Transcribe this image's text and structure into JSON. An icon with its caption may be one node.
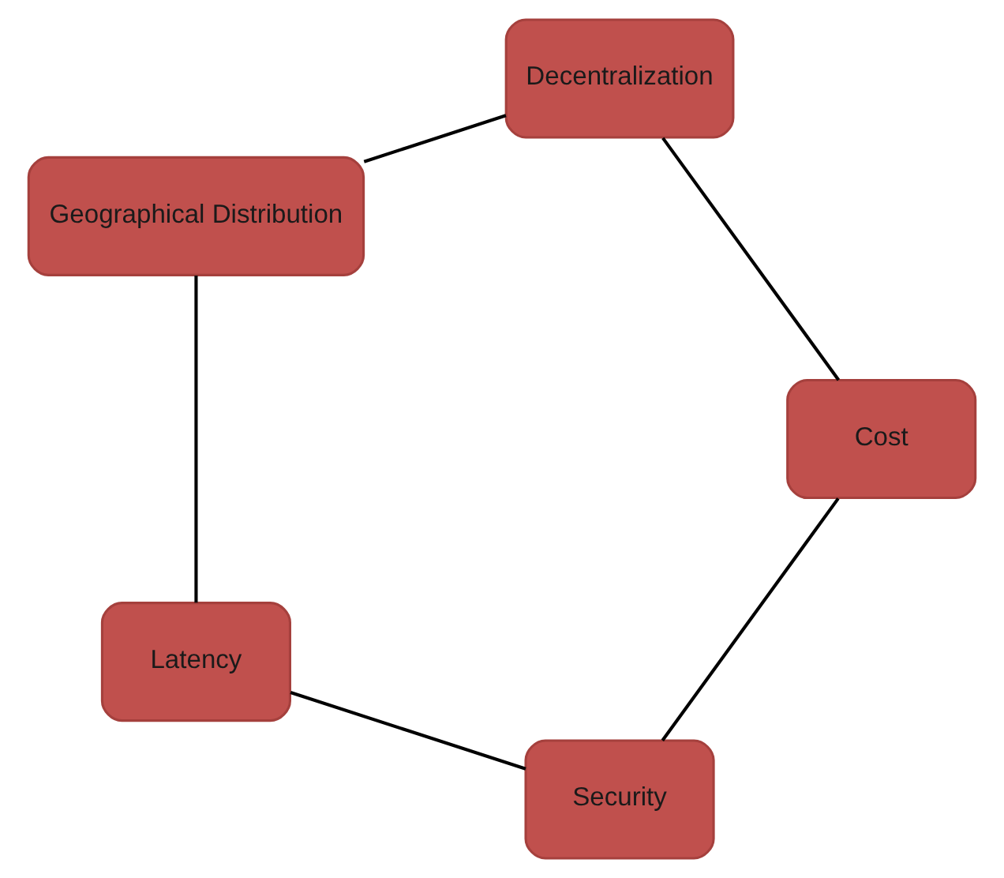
{
  "diagram": {
    "nodes": [
      {
        "text": [
          "Security"
        ]
      },
      {
        "text": [
          "Latency"
        ]
      },
      {
        "text": [
          "Geographical Distribution"
        ]
      },
      {
        "text": [
          "Decentralization"
        ]
      },
      {
        "text": [
          "Cost"
        ]
      }
    ],
    "edges": [
      {
        "from": 0,
        "to": 1,
        "arrow": "none"
      },
      {
        "from": 1,
        "to": 2,
        "arrow": "none"
      },
      {
        "from": 2,
        "to": 3,
        "arrow": "none"
      },
      {
        "from": 3,
        "to": 4,
        "arrow": "none"
      },
      {
        "from": 4,
        "to": 0,
        "arrow": "none"
      }
    ]
  }
}
